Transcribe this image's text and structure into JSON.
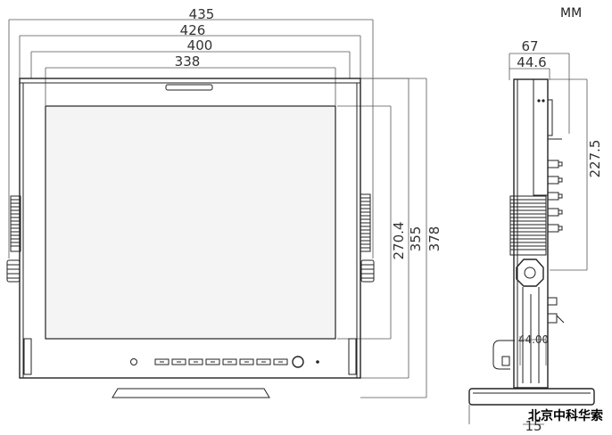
{
  "unit_label": "MM",
  "front_view": {
    "dimensions": {
      "overall_width": "435",
      "width_426": "426",
      "width_400": "400",
      "width_338": "338",
      "height_270_4": "270.4",
      "height_355": "355",
      "height_378": "378"
    },
    "button_count": 8
  },
  "side_view": {
    "dimensions": {
      "depth_67": "67",
      "depth_44_6": "44.6",
      "height_227_5": "227.5",
      "mount_44": "44.00",
      "base_partial": "15"
    }
  },
  "watermark": "北京中科华索"
}
